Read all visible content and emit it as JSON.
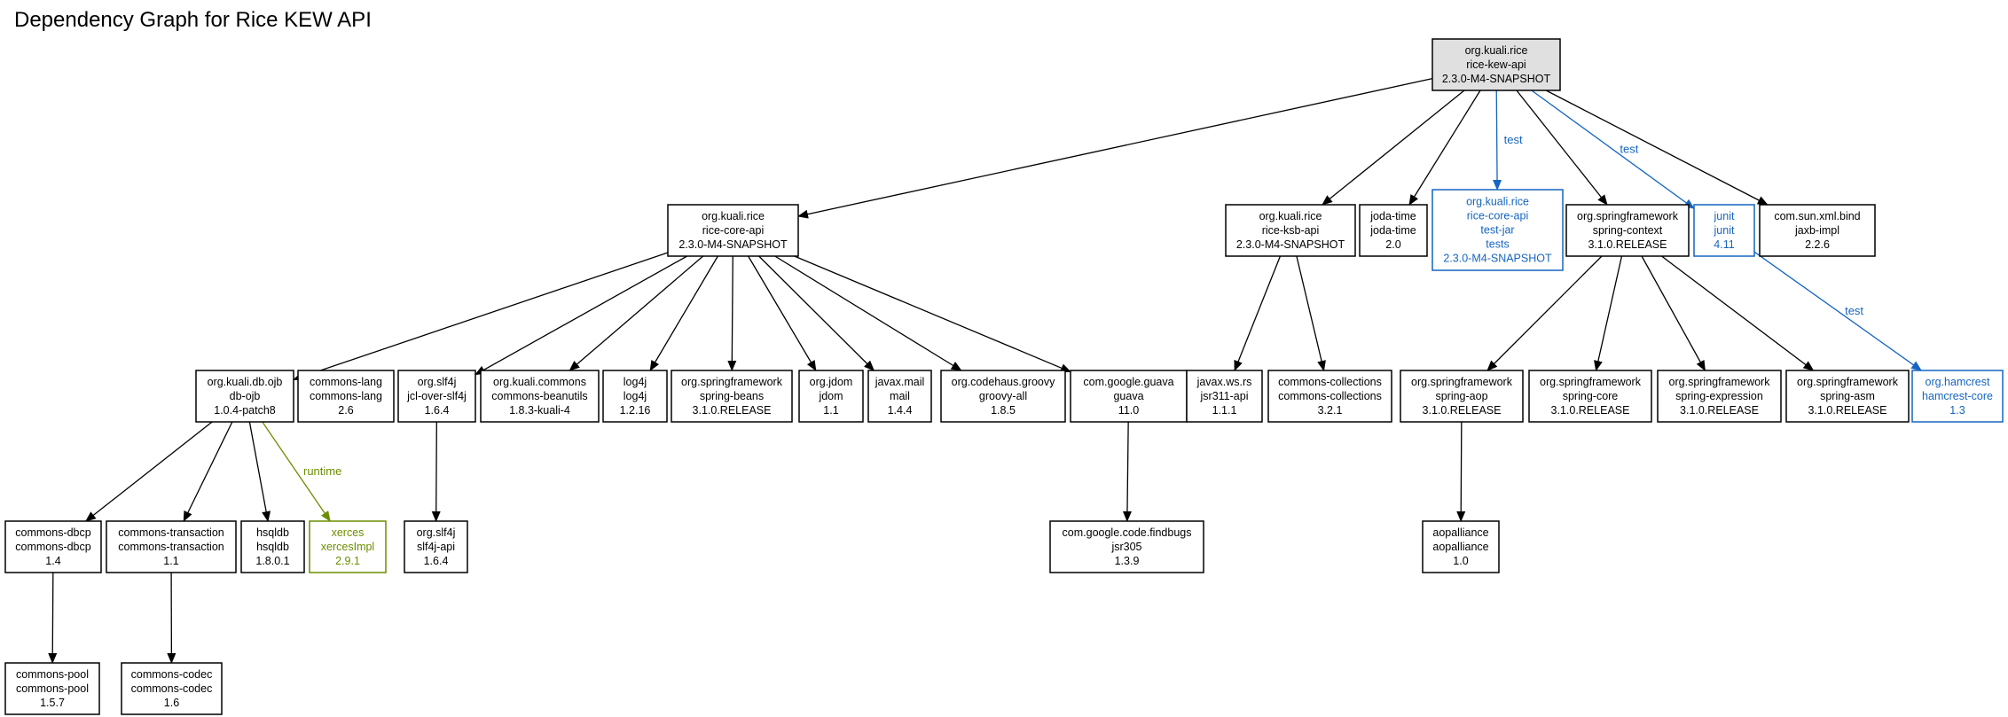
{
  "title": "Dependency Graph for Rice KEW API",
  "colors": {
    "compile": "#000000",
    "test": "#1565c0",
    "runtime": "#6b8e00",
    "root_fill": "#e0e0e0",
    "node_fill": "#ffffff"
  },
  "nodes": [
    {
      "id": "kew",
      "lines": [
        "org.kuali.rice",
        "rice-kew-api",
        "2.3.0-M4-SNAPSHOT"
      ],
      "scope": "root"
    },
    {
      "id": "core",
      "lines": [
        "org.kuali.rice",
        "rice-core-api",
        "2.3.0-M4-SNAPSHOT"
      ],
      "scope": "compile"
    },
    {
      "id": "ksb",
      "lines": [
        "org.kuali.rice",
        "rice-ksb-api",
        "2.3.0-M4-SNAPSHOT"
      ],
      "scope": "compile"
    },
    {
      "id": "jodatime",
      "lines": [
        "joda-time",
        "joda-time",
        "2.0"
      ],
      "scope": "compile"
    },
    {
      "id": "coretest",
      "lines": [
        "org.kuali.rice",
        "rice-core-api",
        "test-jar",
        "tests",
        "2.3.0-M4-SNAPSHOT"
      ],
      "scope": "test"
    },
    {
      "id": "springctx",
      "lines": [
        "org.springframework",
        "spring-context",
        "3.1.0.RELEASE"
      ],
      "scope": "compile"
    },
    {
      "id": "junit",
      "lines": [
        "junit",
        "junit",
        "4.11"
      ],
      "scope": "test"
    },
    {
      "id": "jaxb",
      "lines": [
        "com.sun.xml.bind",
        "jaxb-impl",
        "2.2.6"
      ],
      "scope": "compile"
    },
    {
      "id": "ojb",
      "lines": [
        "org.kuali.db.ojb",
        "db-ojb",
        "1.0.4-patch8"
      ],
      "scope": "compile"
    },
    {
      "id": "clang",
      "lines": [
        "commons-lang",
        "commons-lang",
        "2.6"
      ],
      "scope": "compile"
    },
    {
      "id": "jcl",
      "lines": [
        "org.slf4j",
        "jcl-over-slf4j",
        "1.6.4"
      ],
      "scope": "compile"
    },
    {
      "id": "beanutils",
      "lines": [
        "org.kuali.commons",
        "commons-beanutils",
        "1.8.3-kuali-4"
      ],
      "scope": "compile"
    },
    {
      "id": "log4j",
      "lines": [
        "log4j",
        "log4j",
        "1.2.16"
      ],
      "scope": "compile"
    },
    {
      "id": "sbeans",
      "lines": [
        "org.springframework",
        "spring-beans",
        "3.1.0.RELEASE"
      ],
      "scope": "compile"
    },
    {
      "id": "jdom",
      "lines": [
        "org.jdom",
        "jdom",
        "1.1"
      ],
      "scope": "compile"
    },
    {
      "id": "mail",
      "lines": [
        "javax.mail",
        "mail",
        "1.4.4"
      ],
      "scope": "compile"
    },
    {
      "id": "groovy",
      "lines": [
        "org.codehaus.groovy",
        "groovy-all",
        "1.8.5"
      ],
      "scope": "compile"
    },
    {
      "id": "guava",
      "lines": [
        "com.google.guava",
        "guava",
        "11.0"
      ],
      "scope": "compile"
    },
    {
      "id": "jsr311",
      "lines": [
        "javax.ws.rs",
        "jsr311-api",
        "1.1.1"
      ],
      "scope": "compile"
    },
    {
      "id": "ccoll",
      "lines": [
        "commons-collections",
        "commons-collections",
        "3.2.1"
      ],
      "scope": "compile"
    },
    {
      "id": "saop",
      "lines": [
        "org.springframework",
        "spring-aop",
        "3.1.0.RELEASE"
      ],
      "scope": "compile"
    },
    {
      "id": "score",
      "lines": [
        "org.springframework",
        "spring-core",
        "3.1.0.RELEASE"
      ],
      "scope": "compile"
    },
    {
      "id": "sexpr",
      "lines": [
        "org.springframework",
        "spring-expression",
        "3.1.0.RELEASE"
      ],
      "scope": "compile"
    },
    {
      "id": "sasm",
      "lines": [
        "org.springframework",
        "spring-asm",
        "3.1.0.RELEASE"
      ],
      "scope": "compile"
    },
    {
      "id": "hamcrest",
      "lines": [
        "org.hamcrest",
        "hamcrest-core",
        "1.3"
      ],
      "scope": "test"
    },
    {
      "id": "dbcp",
      "lines": [
        "commons-dbcp",
        "commons-dbcp",
        "1.4"
      ],
      "scope": "compile"
    },
    {
      "id": "ctrans",
      "lines": [
        "commons-transaction",
        "commons-transaction",
        "1.1"
      ],
      "scope": "compile"
    },
    {
      "id": "hsqldb",
      "lines": [
        "hsqldb",
        "hsqldb",
        "1.8.0.1"
      ],
      "scope": "compile"
    },
    {
      "id": "xerces",
      "lines": [
        "xerces",
        "xercesImpl",
        "2.9.1"
      ],
      "scope": "runtime"
    },
    {
      "id": "slf4japi",
      "lines": [
        "org.slf4j",
        "slf4j-api",
        "1.6.4"
      ],
      "scope": "compile"
    },
    {
      "id": "jsr305",
      "lines": [
        "com.google.code.findbugs",
        "jsr305",
        "1.3.9"
      ],
      "scope": "compile"
    },
    {
      "id": "aopalliance",
      "lines": [
        "aopalliance",
        "aopalliance",
        "1.0"
      ],
      "scope": "compile"
    },
    {
      "id": "cpool",
      "lines": [
        "commons-pool",
        "commons-pool",
        "1.5.7"
      ],
      "scope": "compile"
    },
    {
      "id": "ccodec",
      "lines": [
        "commons-codec",
        "commons-codec",
        "1.6"
      ],
      "scope": "compile"
    }
  ],
  "edges": [
    {
      "from": "kew",
      "to": "core",
      "scope": "compile",
      "label": ""
    },
    {
      "from": "kew",
      "to": "ksb",
      "scope": "compile",
      "label": ""
    },
    {
      "from": "kew",
      "to": "jodatime",
      "scope": "compile",
      "label": ""
    },
    {
      "from": "kew",
      "to": "coretest",
      "scope": "test",
      "label": "test"
    },
    {
      "from": "kew",
      "to": "springctx",
      "scope": "compile",
      "label": ""
    },
    {
      "from": "kew",
      "to": "junit",
      "scope": "test",
      "label": "test"
    },
    {
      "from": "kew",
      "to": "jaxb",
      "scope": "compile",
      "label": ""
    },
    {
      "from": "core",
      "to": "ojb",
      "scope": "compile",
      "label": ""
    },
    {
      "from": "core",
      "to": "jcl",
      "scope": "compile",
      "label": ""
    },
    {
      "from": "core",
      "to": "beanutils",
      "scope": "compile",
      "label": ""
    },
    {
      "from": "core",
      "to": "log4j",
      "scope": "compile",
      "label": ""
    },
    {
      "from": "core",
      "to": "sbeans",
      "scope": "compile",
      "label": ""
    },
    {
      "from": "core",
      "to": "jdom",
      "scope": "compile",
      "label": ""
    },
    {
      "from": "core",
      "to": "mail",
      "scope": "compile",
      "label": ""
    },
    {
      "from": "core",
      "to": "groovy",
      "scope": "compile",
      "label": ""
    },
    {
      "from": "core",
      "to": "guava",
      "scope": "compile",
      "label": ""
    },
    {
      "from": "ksb",
      "to": "jsr311",
      "scope": "compile",
      "label": ""
    },
    {
      "from": "ksb",
      "to": "ccoll",
      "scope": "compile",
      "label": ""
    },
    {
      "from": "springctx",
      "to": "saop",
      "scope": "compile",
      "label": ""
    },
    {
      "from": "springctx",
      "to": "score",
      "scope": "compile",
      "label": ""
    },
    {
      "from": "springctx",
      "to": "sexpr",
      "scope": "compile",
      "label": ""
    },
    {
      "from": "springctx",
      "to": "sasm",
      "scope": "compile",
      "label": ""
    },
    {
      "from": "junit",
      "to": "hamcrest",
      "scope": "test",
      "label": "test"
    },
    {
      "from": "ojb",
      "to": "dbcp",
      "scope": "compile",
      "label": ""
    },
    {
      "from": "ojb",
      "to": "ctrans",
      "scope": "compile",
      "label": ""
    },
    {
      "from": "ojb",
      "to": "hsqldb",
      "scope": "compile",
      "label": ""
    },
    {
      "from": "ojb",
      "to": "xerces",
      "scope": "runtime",
      "label": "runtime"
    },
    {
      "from": "jcl",
      "to": "slf4japi",
      "scope": "compile",
      "label": ""
    },
    {
      "from": "guava",
      "to": "jsr305",
      "scope": "compile",
      "label": ""
    },
    {
      "from": "saop",
      "to": "aopalliance",
      "scope": "compile",
      "label": ""
    },
    {
      "from": "dbcp",
      "to": "cpool",
      "scope": "compile",
      "label": ""
    },
    {
      "from": "ctrans",
      "to": "ccodec",
      "scope": "compile",
      "label": ""
    }
  ]
}
